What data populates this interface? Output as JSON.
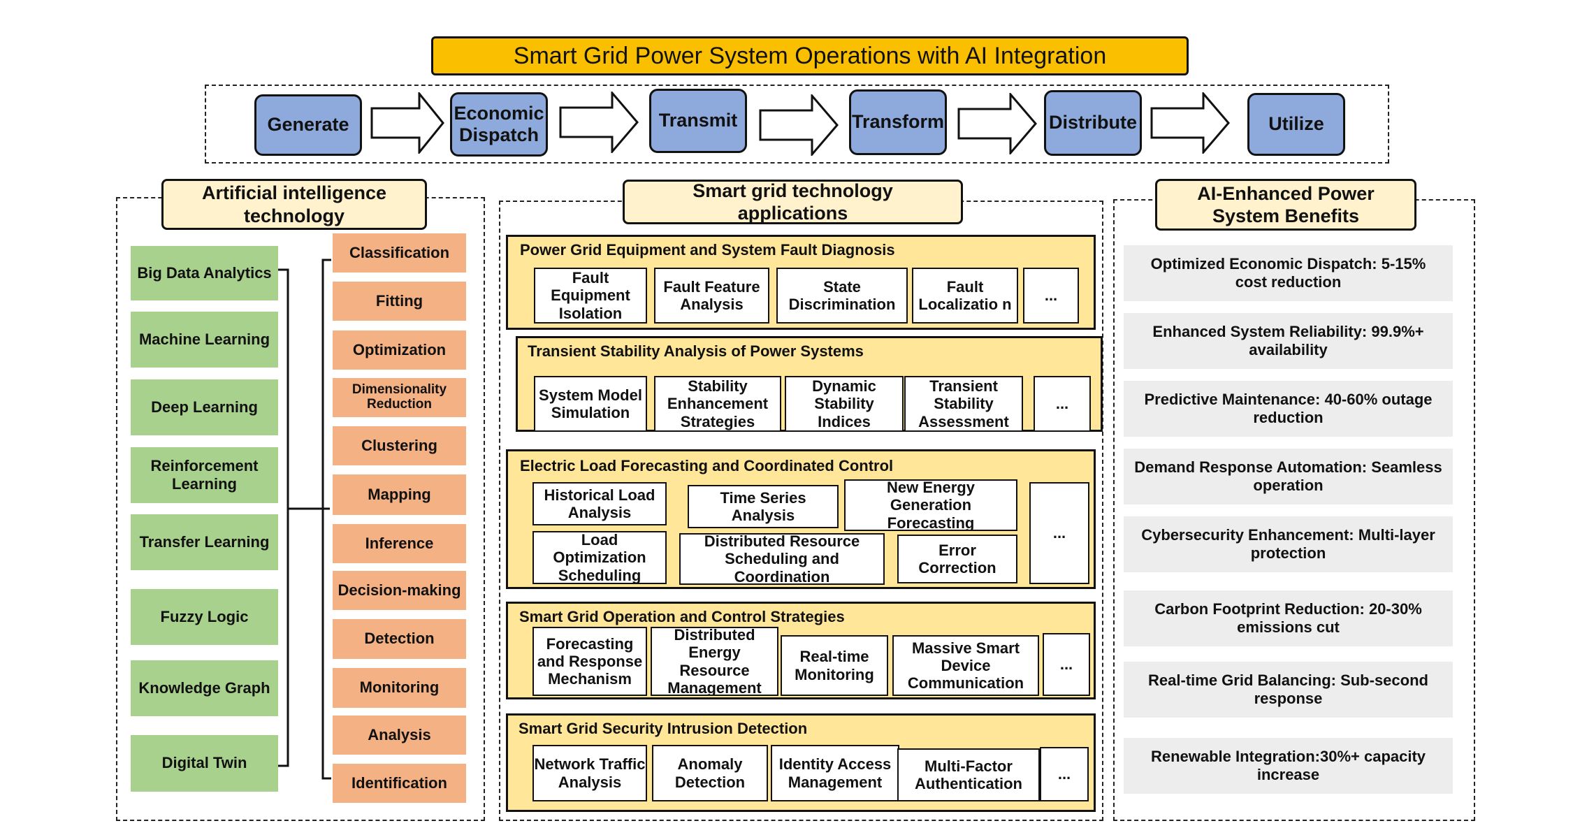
{
  "title": "Smart Grid Power System Operations with AI Integration",
  "flow": [
    "Generate",
    "Economic Dispatch",
    "Transmit",
    "Transform",
    "Distribute",
    "Utilize"
  ],
  "ai_header": "Artificial intelligence technology",
  "ai_technologies": [
    "Big Data Analytics",
    "Machine Learning",
    "Deep Learning",
    "Reinforcement Learning",
    "Transfer Learning",
    "Fuzzy Logic",
    "Knowledge Graph",
    "Digital Twin"
  ],
  "ai_functions": [
    "Classification",
    "Fitting",
    "Optimization",
    "Dimensionality Reduction",
    "Clustering",
    "Mapping",
    "Inference",
    "Decision-making",
    "Detection",
    "Monitoring",
    "Analysis",
    "Identification"
  ],
  "apps_header": "Smart grid technology applications",
  "sections": [
    {
      "title": "Power Grid Equipment and System Fault Diagnosis",
      "items": [
        "Fault Equipment Isolation",
        "Fault Feature Analysis",
        "State Discrimination",
        "Fault Localizatio n",
        "..."
      ]
    },
    {
      "title": "Transient Stability Analysis of Power Systems",
      "items": [
        "System Model Simulation",
        "Stability Enhancement Strategies",
        "Dynamic Stability Indices",
        "Transient Stability Assessment",
        "..."
      ]
    },
    {
      "title": "Electric Load Forecasting and Coordinated Control",
      "items": [
        "Historical Load Analysis",
        "Time Series Analysis",
        "New Energy Generation Forecasting",
        "Load Optimization Scheduling",
        "Distributed Resource Scheduling and Coordination",
        "Error Correction",
        "..."
      ]
    },
    {
      "title": "Smart Grid Operation and Control Strategies",
      "items": [
        "Forecasting and Response Mechanism",
        "Distributed Energy Resource Management",
        "Real-time Monitoring",
        "Massive Smart Device Communication",
        "..."
      ]
    },
    {
      "title": "Smart Grid Security Intrusion Detection",
      "items": [
        "Network Traffic Analysis",
        "Anomaly Detection",
        "Identity Access Management",
        "Multi-Factor Authentication",
        "..."
      ]
    }
  ],
  "benefits_header": "AI-Enhanced Power System Benefits",
  "benefits": [
    "Optimized Economic Dispatch: 5-15% cost reduction",
    "Enhanced System Reliability: 99.9%+ availability",
    "Predictive Maintenance: 40-60% outage reduction",
    "Demand Response Automation: Seamless operation",
    "Cybersecurity Enhancement: Multi-layer protection",
    "Carbon Footprint Reduction: 20-30% emissions cut",
    "Real-time Grid Balancing: Sub-second response",
    "Renewable Integration:30%+ capacity increase"
  ],
  "colors": {
    "title_bg": "#fac000",
    "flow_box": "#8ea9db",
    "header_bg": "#fff2cc",
    "tech_green": "#a9d18e",
    "func_orange": "#f4b183",
    "section_bg": "#ffe699",
    "benefit_bg": "#ededed"
  }
}
